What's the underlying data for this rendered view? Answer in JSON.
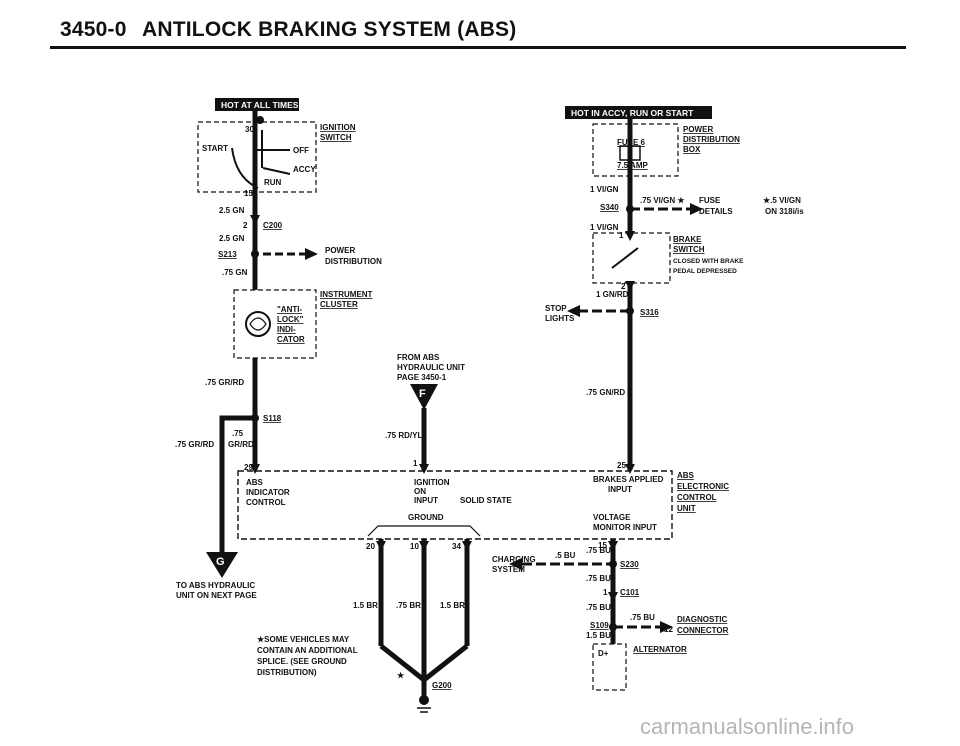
{
  "header": {
    "page_number": "3450-0",
    "title": "ANTILOCK BRAKING SYSTEM (ABS)"
  },
  "badges": {
    "hot_always": "HOT AT ALL TIMES",
    "hot_accy": "HOT IN ACCY, RUN OR START"
  },
  "ignition": {
    "name": "IGNITION",
    "sub": "SWITCH",
    "start": "START",
    "off": "OFF",
    "accy": "ACCY",
    "run": "RUN",
    "t30": "30",
    "t15": "15"
  },
  "left_chain": {
    "w1": "2.5 GN",
    "c200": "C200",
    "c200_pin": "2",
    "w2": "2.5 GN",
    "s213": "S213",
    "pd1": "POWER",
    "pd2": "DISTRIBUTION",
    "w3": ".75 GN"
  },
  "cluster": {
    "name": "INSTRUMENT",
    "sub": "CLUSTER",
    "anti": "\"ANTI-",
    "lock": "LOCK\"",
    "indi": "INDI-",
    "cator": "CATOR"
  },
  "left_low": {
    "w_grrd": ".75 GR/RD",
    "s118": "S118",
    "w_75": ".75",
    "w_grrd2": "GR/RD",
    "w_grrd3": ".75 GR/RD",
    "pin29": "29"
  },
  "from_abs": {
    "l1": "FROM ABS",
    "l2": "HYDRAULIC UNIT",
    "l3": "PAGE 3450-1",
    "letter": "F",
    "wire": ".75 RD/YL",
    "pin1": "1"
  },
  "fuse": {
    "name": "POWER",
    "sub": "DISTRIBUTION",
    "sub2": "BOX",
    "fuse_no": "FUSE 6",
    "amp": "7.5 AMP"
  },
  "right_chain": {
    "w1": "1 VI/GN",
    "s340": "S340",
    "w2": ".75 VI/GN ★",
    "fd1": "FUSE",
    "fd2": "DETAILS",
    "note1": "★.5 VI/GN",
    "note2": "ON 318i/is",
    "w3": "1 VI/GN",
    "pin1": "1"
  },
  "brake": {
    "name": "BRAKE",
    "sub": "SWITCH",
    "note1": "CLOSED WITH BRAKE",
    "note2": "PEDAL DEPRESSED",
    "pin2": "2",
    "wire": "1 GN/RD"
  },
  "stop": {
    "l1": "STOP",
    "l2": "LIGHTS",
    "s316": "S316",
    "wire": ".75 GN/RD",
    "pin25": "25"
  },
  "abs_unit": {
    "name": "ABS",
    "n2": "ELECTRONIC",
    "n3": "CONTROL",
    "n4": "UNIT",
    "abs": "ABS",
    "indicator": "INDICATOR",
    "control": "CONTROL",
    "ignition": "IGNITION",
    "on": "ON",
    "input": "INPUT",
    "solid": "SOLID STATE",
    "ground": "GROUND",
    "brakes": "BRAKES APPLIED",
    "brakes_in": "INPUT",
    "voltage": "VOLTAGE",
    "monitor": "MONITOR INPUT",
    "p20": "20",
    "p10": "10",
    "p34": "34",
    "p15": "15"
  },
  "grounds": {
    "w1": "1.5 BR",
    "w2": ".75 BR",
    "w3": "1.5 BR",
    "g200": "G200",
    "star": "★"
  },
  "left_bottom": {
    "letter": "G",
    "to1": "TO ABS HYDRAULIC",
    "to2": "UNIT ON NEXT PAGE"
  },
  "footnote": {
    "l1": "★SOME VEHICLES MAY",
    "l2": "CONTAIN AN ADDITIONAL",
    "l3": "SPLICE. (SEE GROUND",
    "l4": "DISTRIBUTION)"
  },
  "charging": {
    "l1": "CHARGING",
    "l2": "SYSTEM",
    "w": ".5 BU",
    "w2": ".75 BU",
    "s230": "S230",
    "w3": ".75 BU",
    "c101": "C101",
    "c101_pin": "1",
    "w4": ".75 BU",
    "s109": "S109",
    "w5": ".75 BU",
    "w6": "1.5 BU",
    "diag_pin": "12",
    "diag1": "DIAGNOSTIC",
    "diag2": "CONNECTOR",
    "alt": "ALTERNATOR",
    "d": "D+"
  },
  "watermark": "carmanualsonline.info"
}
